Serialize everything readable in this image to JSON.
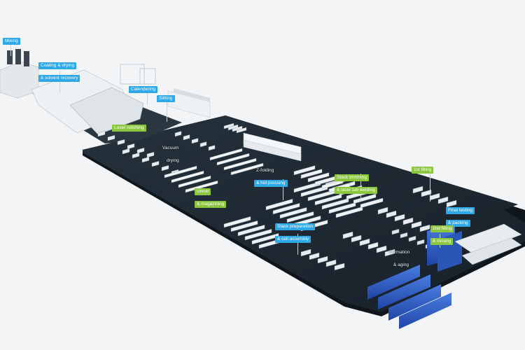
{
  "process_steps": {
    "mixing": "Mixing",
    "coating_line1": "Coating & drying",
    "coating_line2": "& solvent recovery",
    "calendering": "Calendering",
    "slitting": "Slitting",
    "laser_notching": "Laser notching",
    "vacuum_line1": "Vacuum",
    "vacuum_line2": "drying",
    "zfold_line1": "Z-folding",
    "zfold_line2": "& hot pressing",
    "unroll_line1": "Unroll",
    "unroll_line2": "& magazining",
    "stack_trim_line1": "Stack trimming",
    "stack_trim_line2": "& laser tab welding",
    "first_filling": "1st filling",
    "final_line1": "Final testing",
    "final_line2": "& packing",
    "second_filling_line1": "2nd filling",
    "second_filling_line2": "& closing",
    "stack_prep_line1": "Stack preparation",
    "stack_prep_line2": "& cell assembly",
    "formation_line1": "Formation",
    "formation_line2": "& aging"
  },
  "colors": {
    "background": "#f2f4f5",
    "floor": "#1f2a33",
    "floor_edge": "#0f161c",
    "machine": "#e8ecef",
    "machine_shadow": "#9aa6ae",
    "formation_blue": "#2f5fc8",
    "label_cyan": "#2ea8e6",
    "label_green": "#8cc63f"
  }
}
